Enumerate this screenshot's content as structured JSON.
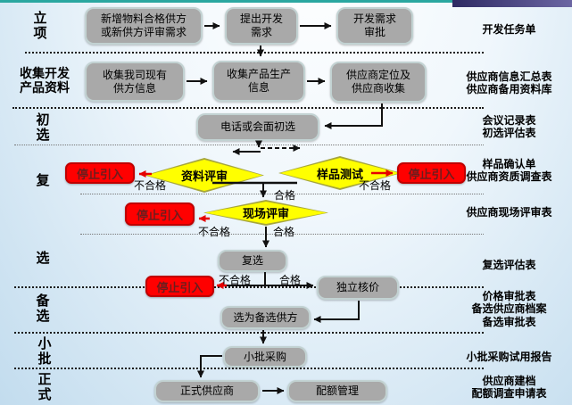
{
  "stages": [
    {
      "label": "立\n项"
    },
    {
      "label": "收集开发\n产品资料"
    },
    {
      "label": "初\n选"
    },
    {
      "label": "复"
    },
    {
      "label": "选"
    },
    {
      "label": "备\n选"
    },
    {
      "label": "小\n批"
    },
    {
      "label": "正\n式"
    }
  ],
  "boxes": {
    "new_demand": "新增物料合格供方\n或新供方评审需求",
    "propose": "提出开发\n需求",
    "approve": "开发需求\n审批",
    "collect_internal": "收集我司现有\n供方信息",
    "collect_product": "收集产品生产\n信息",
    "position": "供应商定位及\n供应商收集",
    "phone": "电话或会面初选",
    "reselect": "复选",
    "pricing": "独立核价",
    "backup": "选为备选供方",
    "small_batch": "小批采购",
    "formal": "正式供应商",
    "quota": "配额管理"
  },
  "diamonds": {
    "material": "资料评审",
    "sample": "样品测试",
    "onsite": "现场评审"
  },
  "stop": {
    "label": "停止引入"
  },
  "edge_labels": {
    "pass": "合格",
    "fail": "不合格"
  },
  "docs": [
    {
      "text": "开发任务单"
    },
    {
      "text": "供应商信息汇总表\n供应商备用资料库"
    },
    {
      "text": "会议记录表\n初选评估表"
    },
    {
      "text": "样品确认单\n供应商资质调查表"
    },
    {
      "text": "供应商现场评审表"
    },
    {
      "text": "复选评估表"
    },
    {
      "text": "价格审批表\n备选供应商档案\n备选审批表"
    },
    {
      "text": "小批采购试用报告"
    },
    {
      "text": "供应商建档\n配额调查申请表"
    }
  ],
  "colors": {
    "box_fill": "#a9a9a9",
    "diamond_fill": "#ffff00",
    "stop_fill": "#ff0000",
    "arrow_red": "#ee0000",
    "arrow_black": "#111111",
    "top_teal": "#2aa7a0",
    "top_purple": "#2e2a63"
  }
}
